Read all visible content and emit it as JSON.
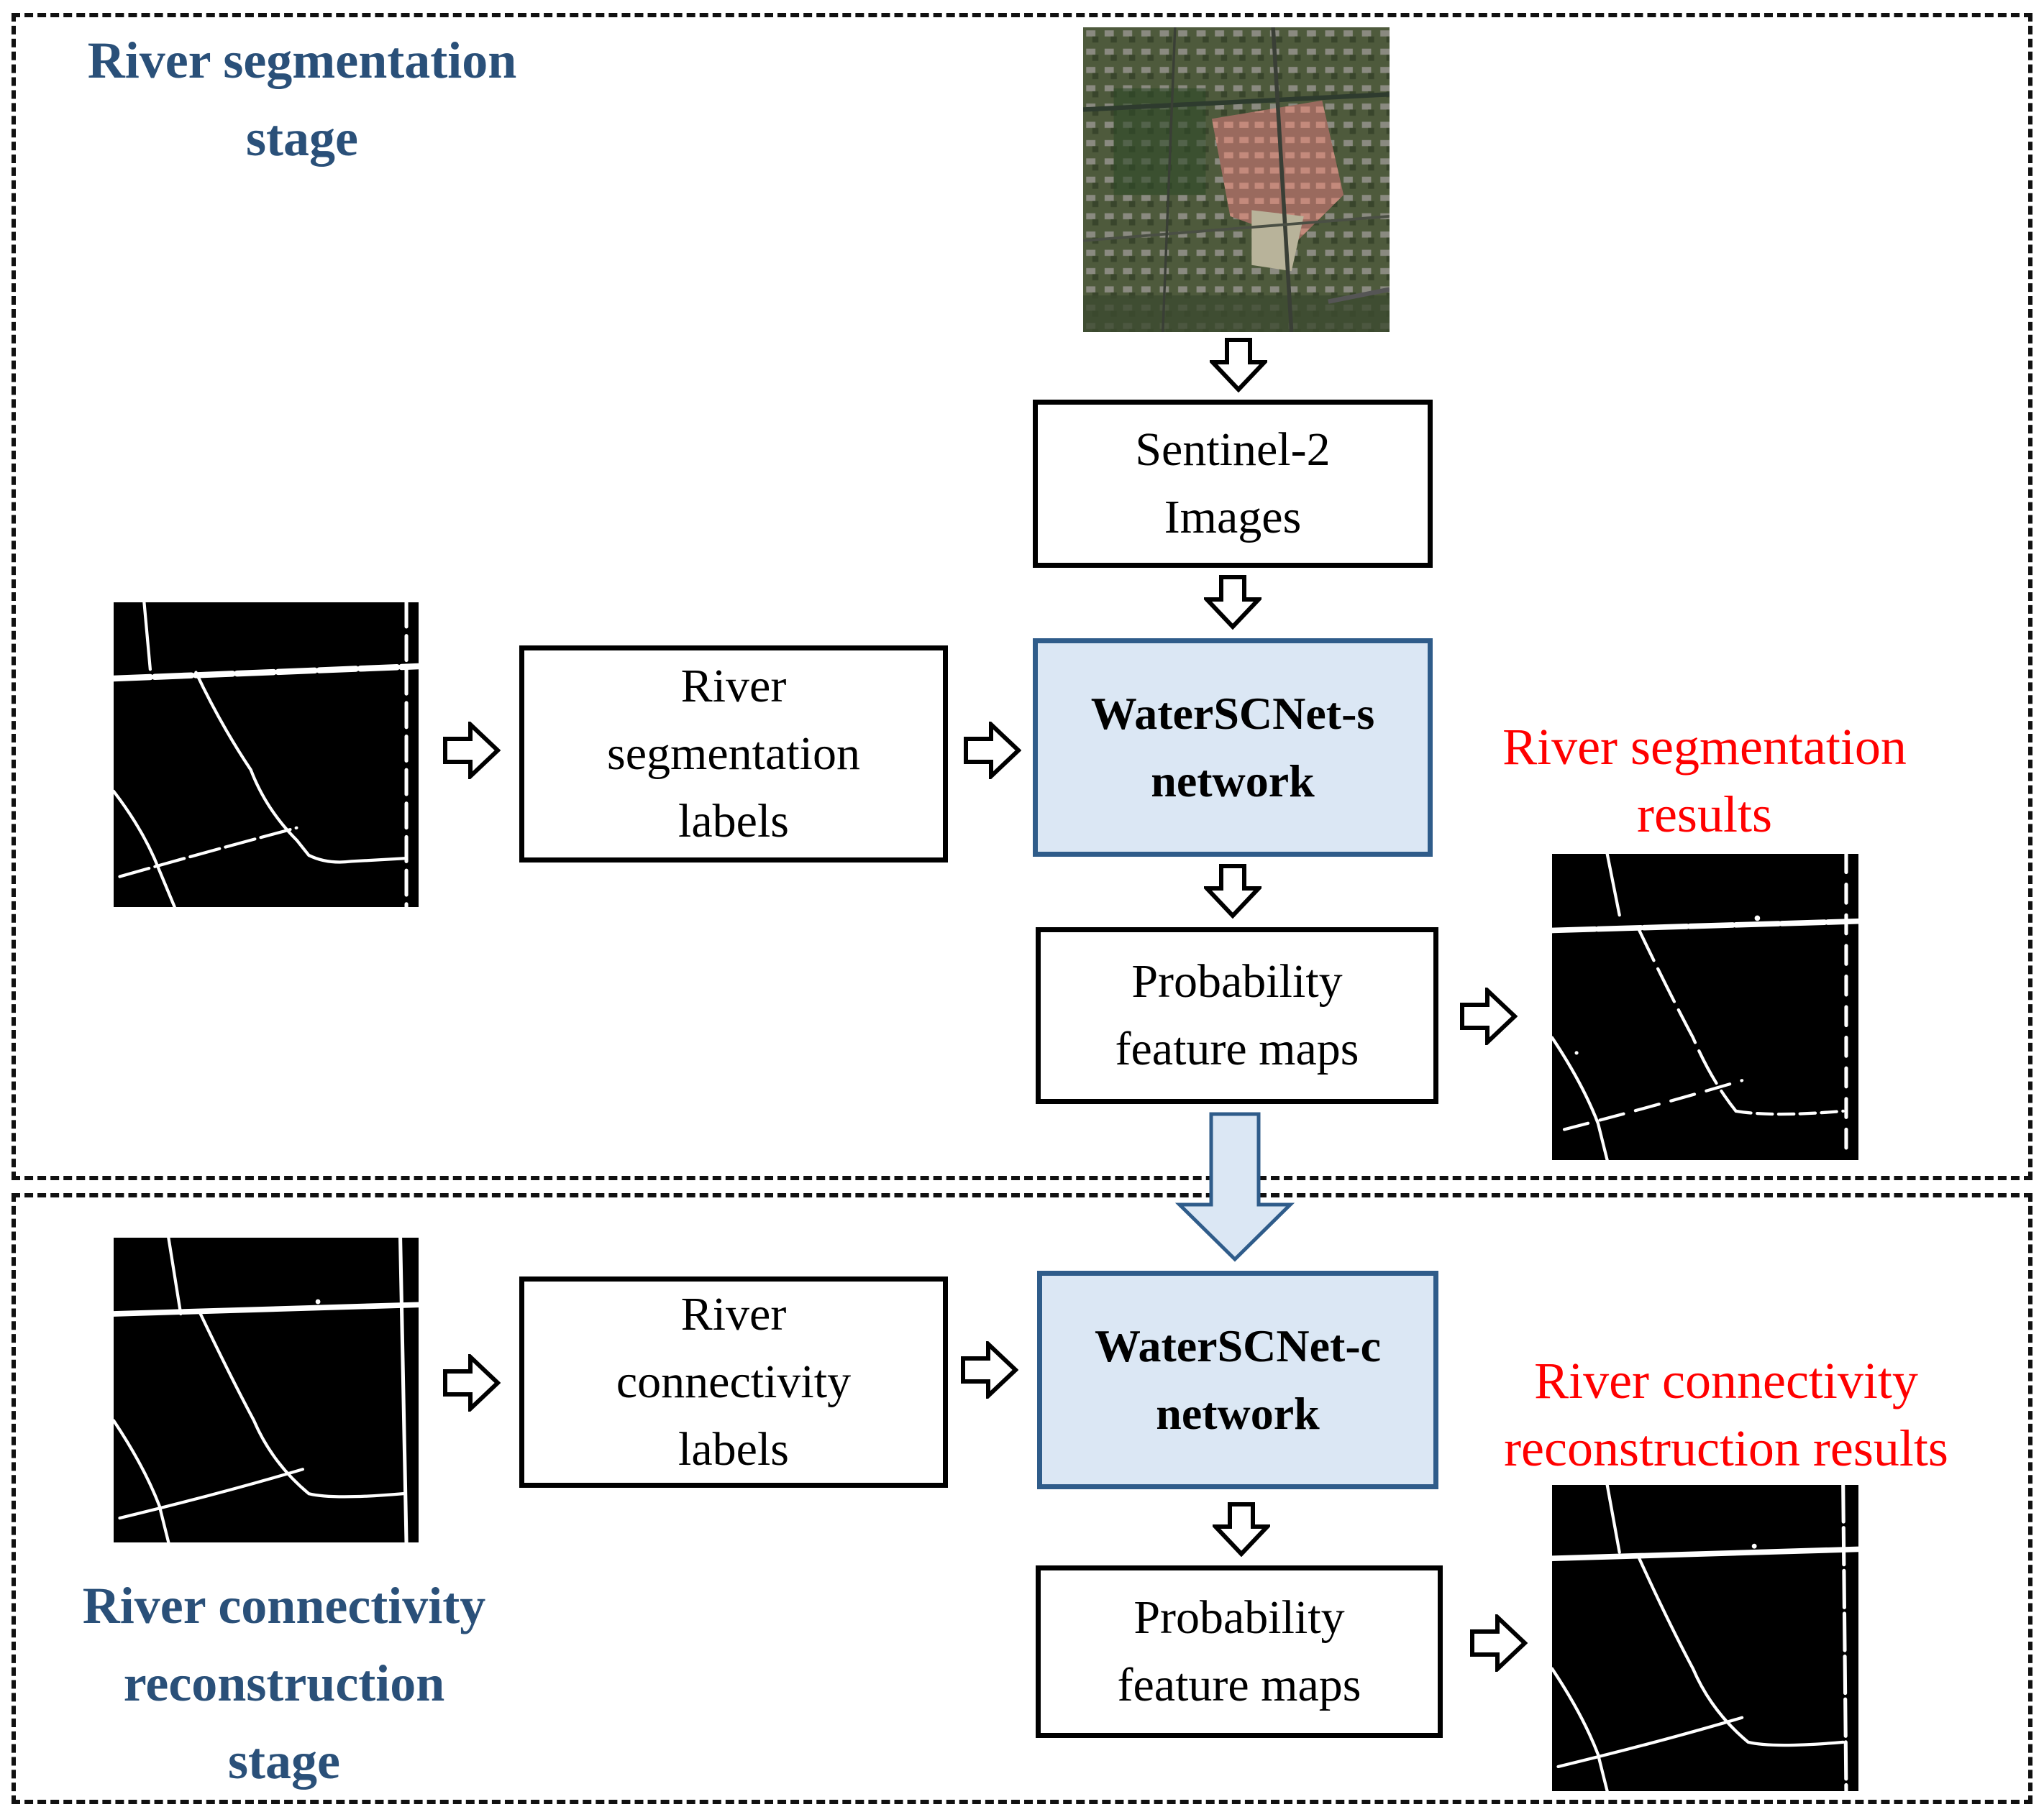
{
  "stage1": {
    "title": "River segmentation\nstage",
    "input_box": "Sentinel-2\nImages",
    "label_box": "River\nsegmentation\nlabels",
    "network_box": "WaterSCNet-s\nnetwork",
    "prob_box": "Probability\nfeature maps",
    "result_label": "River segmentation\nresults"
  },
  "stage2": {
    "title": "River connectivity\nreconstruction\nstage",
    "label_box": "River\nconnectivity\nlabels",
    "network_box": "WaterSCNet-c\nnetwork",
    "prob_box": "Probability\nfeature maps",
    "result_label": "River connectivity\nreconstruction results"
  },
  "colors": {
    "stage_title": "#2a5079",
    "result_label": "#ff0000",
    "network_fill": "#dbe7f4",
    "network_border": "#2f5c8a"
  },
  "icons": {
    "flow_arrow": "hollow-arrow-icon",
    "transfer_arrow": "large-down-arrow-icon"
  }
}
